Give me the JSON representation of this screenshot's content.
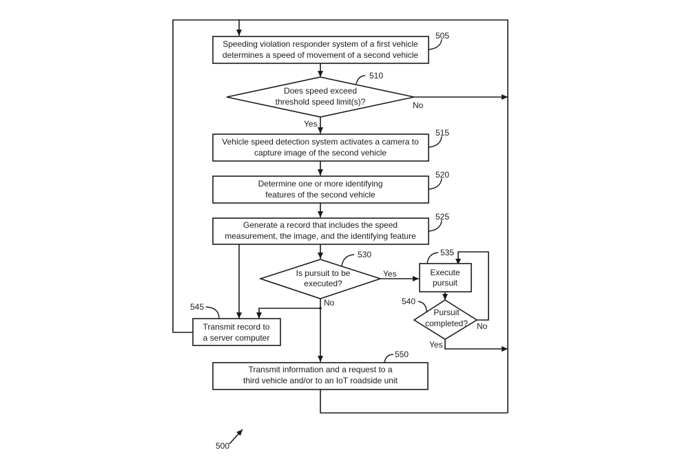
{
  "figure": {
    "ref": "500",
    "nodes": {
      "n505": {
        "ref": "505",
        "type": "process",
        "lines": [
          "Speeding violation responder system of a first vehicle",
          "determines a speed of movement of a second vehicle"
        ]
      },
      "n510": {
        "ref": "510",
        "type": "decision",
        "lines": [
          "Does speed exceed",
          "threshold speed limit(s)?"
        ]
      },
      "n515": {
        "ref": "515",
        "type": "process",
        "lines": [
          "Vehicle speed detection system activates a camera to",
          "capture image of the second vehicle"
        ]
      },
      "n520": {
        "ref": "520",
        "type": "process",
        "lines": [
          "Determine one or more identifying",
          "features of the second vehicle"
        ]
      },
      "n525": {
        "ref": "525",
        "type": "process",
        "lines": [
          "Generate a record that includes the speed",
          "measurement, the image, and the identifying feature"
        ]
      },
      "n530": {
        "ref": "530",
        "type": "decision",
        "lines": [
          "Is pursuit to be",
          "executed?"
        ]
      },
      "n535": {
        "ref": "535",
        "type": "process",
        "lines": [
          "Execute",
          "pursuit"
        ]
      },
      "n540": {
        "ref": "540",
        "type": "decision",
        "lines": [
          "Pursuit",
          "completed?"
        ]
      },
      "n545": {
        "ref": "545",
        "type": "process",
        "lines": [
          "Transmit record to",
          "a server computer"
        ]
      },
      "n550": {
        "ref": "550",
        "type": "process",
        "lines": [
          "Transmit information and a request to a",
          "third vehicle and/or to an IoT roadside unit"
        ]
      }
    },
    "edge_labels": {
      "n510_yes": "Yes",
      "n510_no": "No",
      "n530_yes": "Yes",
      "n530_no": "No",
      "n540_yes": "Yes",
      "n540_no": "No"
    }
  }
}
